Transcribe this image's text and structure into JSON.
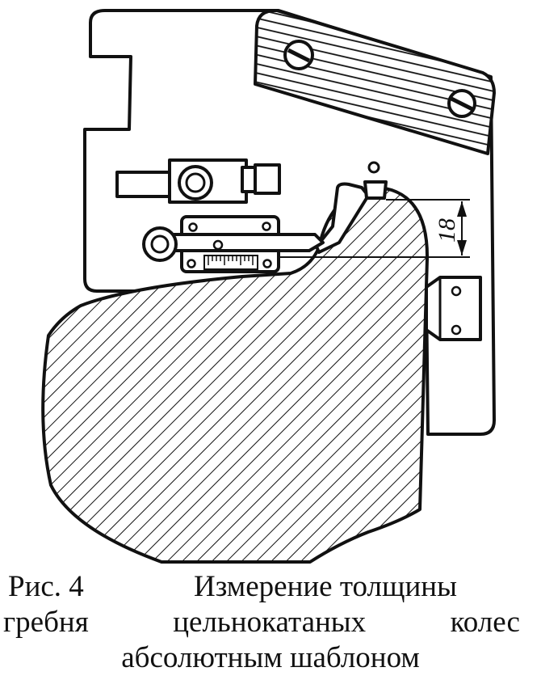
{
  "figure": {
    "dimension_label": "18"
  },
  "caption": {
    "figure_number": "Рис. 4",
    "line1_text": "Измерение толщины",
    "line2_words": [
      "гребня",
      "цельнокатаных",
      "колес"
    ],
    "line3_text": "абсолютным шаблоном"
  },
  "colors": {
    "ink": "#111111",
    "paper": "#ffffff"
  }
}
